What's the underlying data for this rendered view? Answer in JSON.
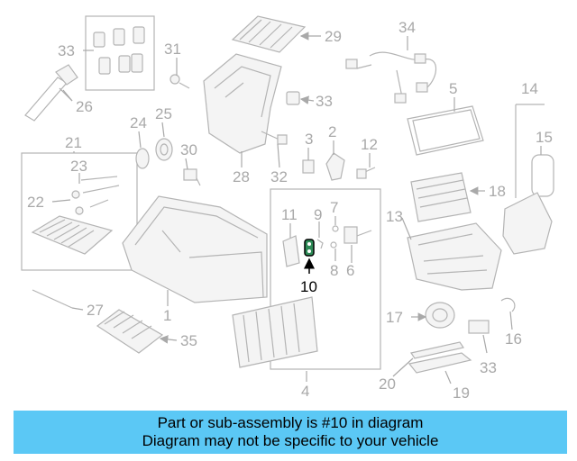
{
  "diagram": {
    "highlight_part": "10",
    "highlight_color": "#000000",
    "callout_color": "#a9a9a9",
    "callouts": [
      "1",
      "2",
      "3",
      "4",
      "5",
      "6",
      "7",
      "8",
      "9",
      "10",
      "11",
      "12",
      "13",
      "14",
      "15",
      "16",
      "17",
      "18",
      "19",
      "20",
      "21",
      "22",
      "23",
      "24",
      "25",
      "26",
      "27",
      "28",
      "29",
      "30",
      "31",
      "32",
      "33",
      "33",
      "33",
      "34",
      "35"
    ]
  },
  "banner": {
    "line1": "Part or sub-assembly is #10 in diagram",
    "line2": "Diagram may not be specific to your vehicle",
    "background": "#5bc8f5"
  }
}
